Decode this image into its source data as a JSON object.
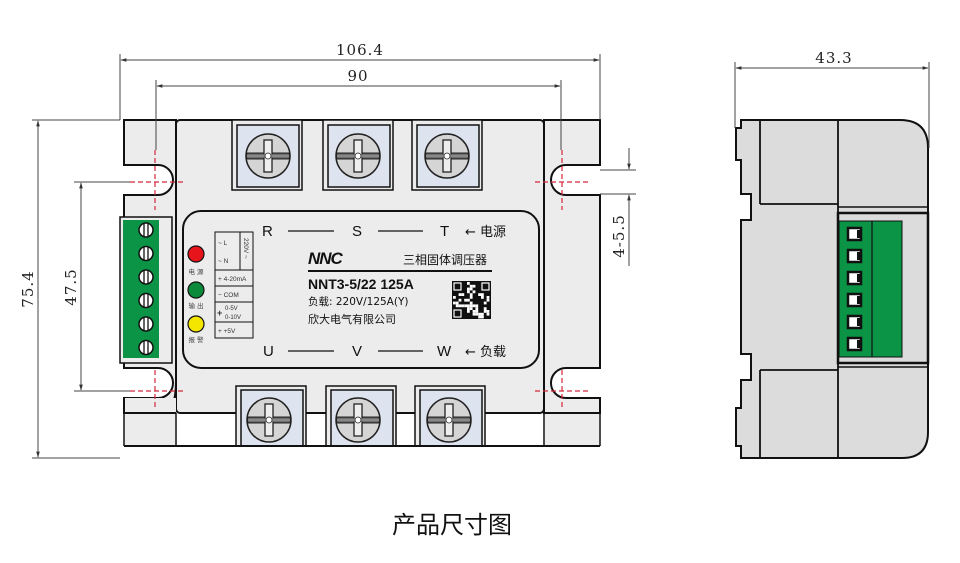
{
  "title": "产品尺寸图",
  "dimensions": {
    "overall_width": "106.4",
    "mount_hole_spacing_x": "90",
    "overall_height": "75.4",
    "mount_hole_spacing_y": "47.5",
    "mount_hole_slot": "4-5.5",
    "depth": "43.3"
  },
  "label_plate": {
    "brand": "NNC",
    "product_type": "三相固体调压器",
    "model": "NNT3-5/22 125A",
    "load_spec": "负载: 220V/125A(Y)",
    "manufacturer": "欣大电气有限公司",
    "input_terminals": [
      "R",
      "S",
      "T"
    ],
    "input_label": "← 电源",
    "output_terminals": [
      "U",
      "V",
      "W"
    ],
    "output_label": "← 负载"
  },
  "indicators": [
    {
      "label": "电 源",
      "color": "#e8141b"
    },
    {
      "label": "输 出",
      "color": "#0a8a3a"
    },
    {
      "label": "报 警",
      "color": "#f5e600"
    }
  ],
  "control_terminal_labels": {
    "ac_l": "~ L",
    "ac_n": "~ N",
    "ac_voltage": "220V ~",
    "current_in": "+ 4-20mA",
    "common": "− COM",
    "voltage_in_1": "0-5V",
    "voltage_in_2": "0-10V",
    "voltage_in_sign": "+",
    "supply": "+ +5V"
  },
  "terminal_block_count": 6,
  "colors": {
    "body": "#ececec",
    "terminal_cover": "#dde3ef",
    "terminal_green": "#0b9445",
    "center_mark": "#d4283a"
  }
}
